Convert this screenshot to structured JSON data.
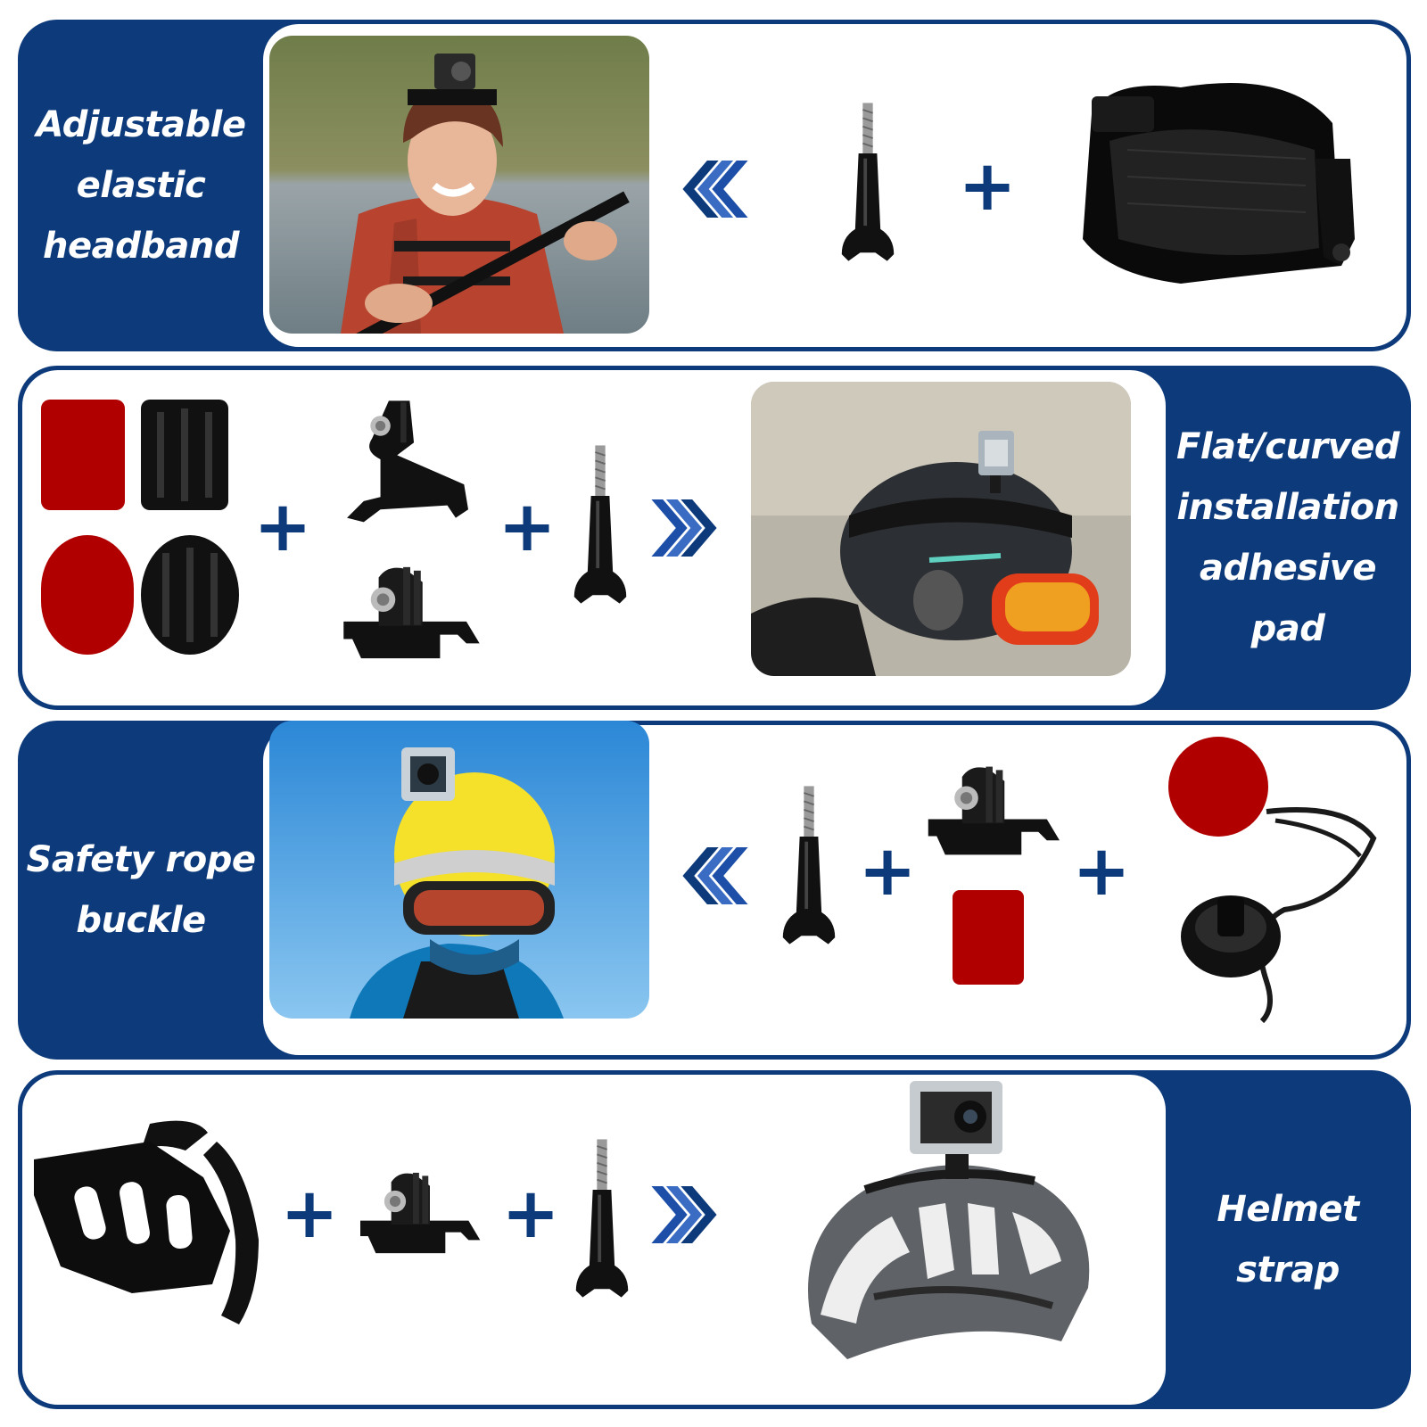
{
  "sections": [
    {
      "label": "Adjustable\nelastic\nheadband",
      "plus": "+",
      "arrow": "left"
    },
    {
      "label": "Flat/curved\ninstallation\nadhesive\npad",
      "plus": "+",
      "arrow": "right"
    },
    {
      "label": "Safety rope\nbuckle",
      "plus": "+",
      "arrow": "left"
    },
    {
      "label": "Helmet\nstrap",
      "plus": "+",
      "arrow": "right"
    }
  ],
  "icons": {
    "screw": "thumb-screw-icon",
    "buckle": "j-hook-buckle-icon",
    "base": "quick-release-base-icon",
    "pad": "adhesive-pad-icon",
    "headband": "elastic-headband-icon",
    "tether": "safety-tether-icon",
    "helmet_strap": "vented-helmet-strap-icon"
  },
  "colors": {
    "brand_navy": "#0d3a7a",
    "arrow_blue": "#1d4fa8",
    "pad_red": "#b00000"
  }
}
